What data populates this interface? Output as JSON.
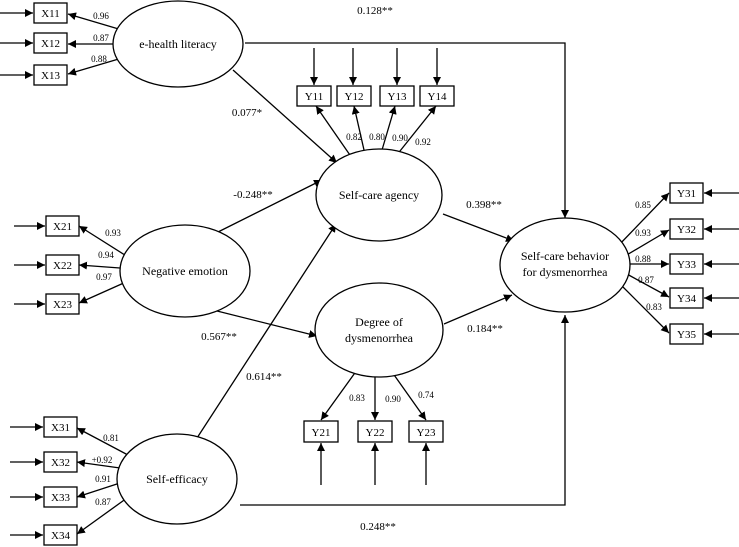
{
  "latents": {
    "ehealth": "e-health literacy",
    "negative": "Negative emotion",
    "selfeff": "Self-efficacy",
    "agency": "Self-care agency",
    "degree": [
      "Degree of",
      "dysmenorrhea"
    ],
    "behavior": [
      "Self-care behavior",
      "for dysmenorrhea"
    ]
  },
  "indicators": {
    "ehealth": [
      {
        "label": "X11",
        "loading": "0.96"
      },
      {
        "label": "X12",
        "loading": "0.87"
      },
      {
        "label": "X13",
        "loading": "0.88"
      }
    ],
    "negative": [
      {
        "label": "X21",
        "loading": "0.93"
      },
      {
        "label": "X22",
        "loading": "0.94"
      },
      {
        "label": "X23",
        "loading": "0.97"
      }
    ],
    "selfeff": [
      {
        "label": "X31",
        "loading": "0.81"
      },
      {
        "label": "X32",
        "loading": "+0.92"
      },
      {
        "label": "X33",
        "loading": "0.91"
      },
      {
        "label": "X34",
        "loading": "0.87"
      }
    ],
    "agency": [
      {
        "label": "Y11",
        "loading": "0.82"
      },
      {
        "label": "Y12",
        "loading": "0.80"
      },
      {
        "label": "Y13",
        "loading": "0.90"
      },
      {
        "label": "Y14",
        "loading": "0.92"
      }
    ],
    "degree": [
      {
        "label": "Y21",
        "loading": "0.83"
      },
      {
        "label": "Y22",
        "loading": "0.90"
      },
      {
        "label": "Y23",
        "loading": "0.74"
      }
    ],
    "behavior": [
      {
        "label": "Y31",
        "loading": "0.85"
      },
      {
        "label": "Y32",
        "loading": "0.93"
      },
      {
        "label": "Y33",
        "loading": "0.88"
      },
      {
        "label": "Y34",
        "loading": "0.87"
      },
      {
        "label": "Y35",
        "loading": "0.83"
      }
    ]
  },
  "paths": {
    "ehealth_to_behavior": "0.128**",
    "ehealth_to_agency": "0.077*",
    "negative_to_agency": "-0.248**",
    "negative_to_degree": "0.567**",
    "selfeff_to_agency": "0.614**",
    "selfeff_to_behavior": "0.248**",
    "agency_to_behavior": "0.398**",
    "degree_to_behavior": "0.184**"
  }
}
